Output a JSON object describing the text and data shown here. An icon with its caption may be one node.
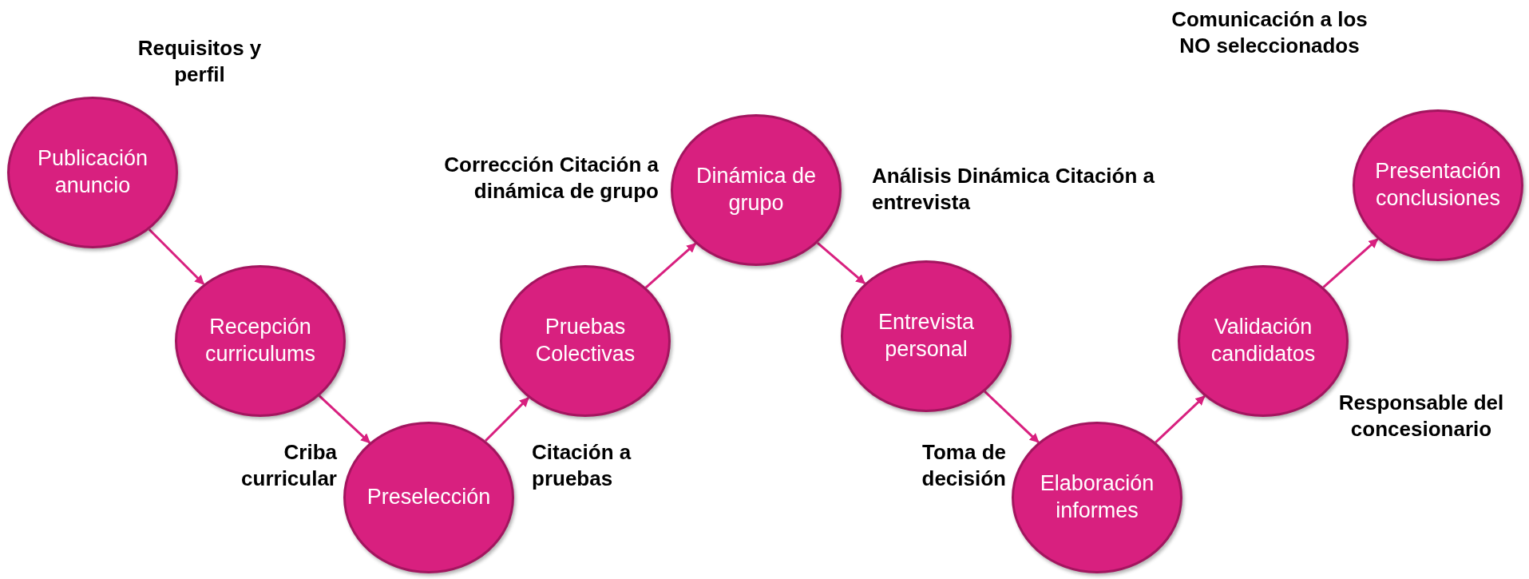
{
  "diagram": {
    "nodes": [
      {
        "text": [
          "Publicación anuncio"
        ]
      },
      {
        "text": [
          "Recepción curriculums"
        ]
      },
      {
        "text": [
          "Preselección"
        ]
      },
      {
        "text": [
          "Pruebas Colectivas"
        ]
      },
      {
        "text": [
          "Dinámica de grupo"
        ]
      },
      {
        "text": [
          "Entrevista personal"
        ]
      },
      {
        "text": [
          "Elaboración informes"
        ]
      },
      {
        "text": [
          "Validación candidatos"
        ]
      },
      {
        "text": [
          "Presentación conclusiones"
        ]
      }
    ],
    "edges": [
      {
        "from": 0,
        "to": 1,
        "arrow": "to"
      },
      {
        "from": 1,
        "to": 2,
        "arrow": "to"
      },
      {
        "from": 2,
        "to": 3,
        "arrow": "to"
      },
      {
        "from": 3,
        "to": 4,
        "arrow": "to"
      },
      {
        "from": 4,
        "to": 5,
        "arrow": "to"
      },
      {
        "from": 5,
        "to": 6,
        "arrow": "to"
      },
      {
        "from": 6,
        "to": 7,
        "arrow": "to"
      },
      {
        "from": 7,
        "to": 8,
        "arrow": "to"
      }
    ],
    "labels": [
      "Comunicación a los NO seleccionados",
      "Requisitos y perfil",
      "Corrección Citación a dinámica de grupo",
      "Análisis Dinámica Citación a entrevista",
      "Responsable del concesionario",
      "Criba curricular",
      "Citación a pruebas",
      "Toma de decisión"
    ]
  }
}
